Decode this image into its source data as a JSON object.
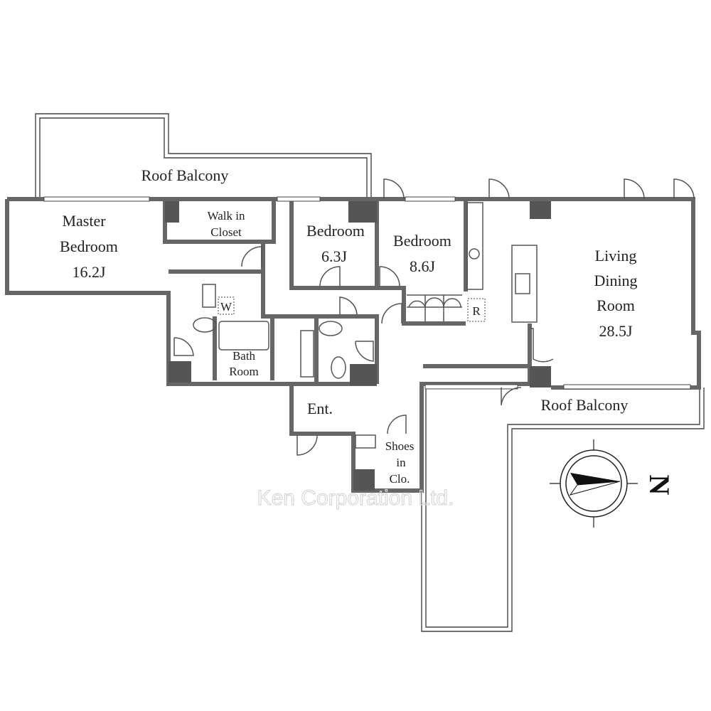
{
  "floor_plan": {
    "rooms": {
      "roof_balcony_top": "Roof Balcony",
      "master_bedroom": {
        "line1": "Master",
        "line2": "Bedroom",
        "size": "16.2J"
      },
      "walk_in_closet": {
        "line1": "Walk in",
        "line2": "Closet"
      },
      "bedroom_a": {
        "name": "Bedroom",
        "size": "6.3J"
      },
      "bedroom_b": {
        "name": "Bedroom",
        "size": "8.6J"
      },
      "ldr": {
        "line1": "Living",
        "line2": "Dining",
        "line3": "Room",
        "size": "28.5J"
      },
      "bath_room": {
        "line1": "Bath",
        "line2": "Room"
      },
      "entrance": "Ent.",
      "shoes_closet": {
        "line1": "Shoes",
        "line2": "in",
        "line3": "Clo."
      },
      "roof_balcony_bottom": "Roof Balcony"
    },
    "fixtures": {
      "washer": "W",
      "refrigerator": "R"
    },
    "compass": {
      "north_label": "N",
      "icon": "compass-rose-icon"
    },
    "watermark": "Ken Corporation Ltd."
  }
}
